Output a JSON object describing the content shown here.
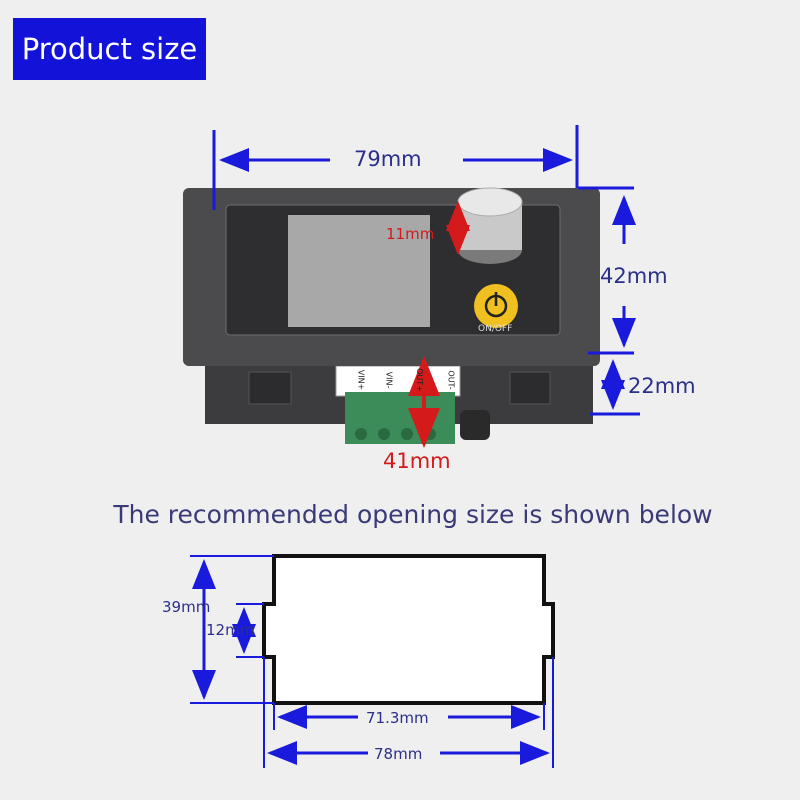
{
  "banner": {
    "label": "Product size"
  },
  "product": {
    "width_label": "79mm",
    "height_label": "42mm",
    "depth_label": "22mm",
    "terminal_height_label": "41mm",
    "knob_label": "11mm",
    "power_button_label": "ON/OFF",
    "terminal_labels": [
      "VIN+",
      "VIN-",
      "OUT+",
      "OUT-"
    ]
  },
  "subtitle": "The recommended opening size is shown below",
  "opening": {
    "height_label": "39mm",
    "notch_label": "12mm",
    "inner_width_label": "71.3mm",
    "outer_width_label": "78mm"
  },
  "colors": {
    "banner": "#1212d8",
    "dimension": "#1a1adc",
    "highlight": "#d41a1a",
    "button": "#f0c020"
  }
}
